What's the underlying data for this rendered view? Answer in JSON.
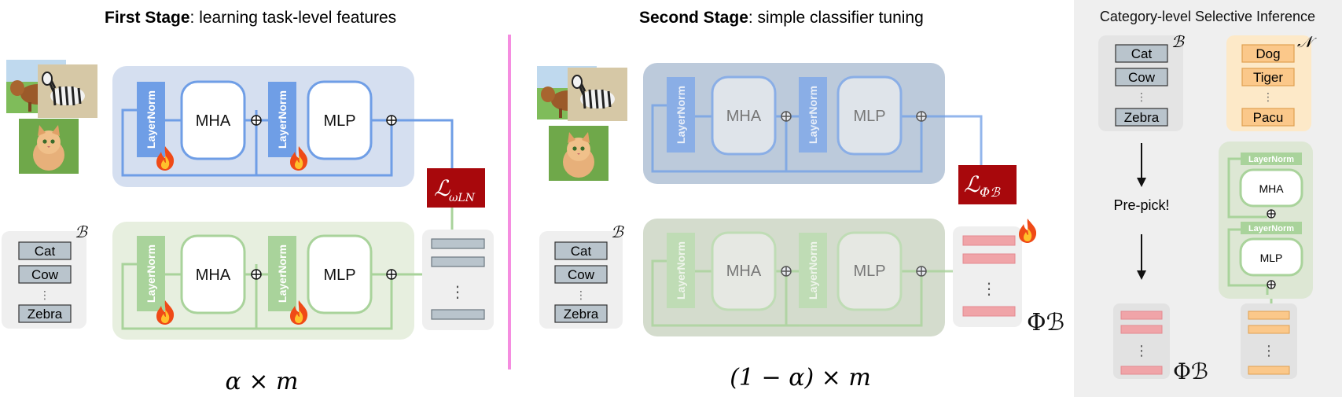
{
  "stage1": {
    "title_bold": "First Stage",
    "title_rest": ": learning task-level features",
    "formula": "α × m",
    "loss_main": "ℒ",
    "loss_sub": "ωLN",
    "block": {
      "layernorm": "LayerNorm",
      "mha": "MHA",
      "mlp": "MLP"
    }
  },
  "stage2": {
    "title_bold": "Second Stage",
    "title_rest": ": simple classifier tuning",
    "formula": "(1 − α) × m",
    "loss_main": "ℒ",
    "loss_sub": "Φℬ",
    "classifier_label": "Φℬ"
  },
  "categories_base": {
    "symbol": "ℬ",
    "items": [
      "Cat",
      "Cow",
      "Zebra"
    ],
    "ellipsis": "⋮"
  },
  "inference": {
    "title": "Category-level Selective Inference",
    "base_symbol": "ℬ",
    "base_items": [
      "Cat",
      "Cow",
      "Zebra"
    ],
    "novel_symbol": "𝒩",
    "novel_items": [
      "Dog",
      "Tiger",
      "Pacu"
    ],
    "prepick": "Pre-pick!",
    "classifier_label": "Φℬ",
    "block": {
      "layernorm": "LayerNorm",
      "mha": "MHA",
      "mlp": "MLP"
    }
  },
  "icons": [
    "fire-icon",
    "animal-photo-icon",
    "plus-circle-icon",
    "arrow-down-icon"
  ],
  "colors": {
    "blue_panel": "#d5dff0",
    "blue_accent": "#6f9ee6",
    "green_panel": "#e7efdf",
    "green_accent": "#a9d39b",
    "loss_red": "#a8080c",
    "divider_pink": "#f58de0",
    "classifier_red": "#f0a4a8",
    "classifier_orange": "#fbc88a",
    "class_box": "#b9c4cc"
  }
}
